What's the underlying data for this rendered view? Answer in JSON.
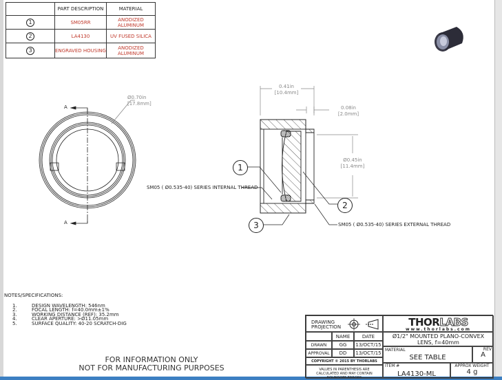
{
  "parts_table": {
    "headers": [
      "",
      "PART DESCRIPTION",
      "MATERIAL"
    ],
    "rows": [
      {
        "item": "1",
        "description": "SM05RR",
        "material": "ANODIZED ALUMINUM"
      },
      {
        "item": "2",
        "description": "LA4130",
        "material": "UV FUSED SILICA"
      },
      {
        "item": "3",
        "description": "ENGRAVED HOUSING",
        "material": "ANODIZED ALUMINUM"
      }
    ]
  },
  "front_view": {
    "section_label": "A",
    "diameter_in": "Ø0.70in",
    "diameter_mm": "[17.8mm]"
  },
  "section_view": {
    "length_in": "0.41in",
    "length_mm": "[10.4mm]",
    "thread_len_in": "0.08in",
    "thread_len_mm": "[2.0mm]",
    "aperture_in": "Ø0.45in",
    "aperture_mm": "[11.4mm]",
    "internal_thread": "SM05 ( Ø0.535-40) SERIES INTERNAL THREAD",
    "external_thread": "SM05 ( Ø0.535-40) SERIES EXTERNAL THREAD",
    "balloons": [
      "1",
      "2",
      "3"
    ]
  },
  "notes": {
    "title": "NOTES/SPECIFICATIONS:",
    "items": [
      {
        "n": "1.",
        "text": "DESIGN WAVELENGTH: 546nm"
      },
      {
        "n": "2.",
        "text": "FOCAL LENGTH: f=40.0mm±1%"
      },
      {
        "n": "3.",
        "text": "WORKING DISTANCE (REF): 35.2mm"
      },
      {
        "n": "4.",
        "text": "CLEAR APERTURE: >Ø11.05mm"
      },
      {
        "n": "5.",
        "text": "SURFACE QUALITY: 40-20 SCRATCH-DIG"
      }
    ]
  },
  "disclaimer": [
    "FOR INFORMATION ONLY",
    "NOT FOR MANUFACTURING PURPOSES"
  ],
  "title_block": {
    "projection": "DRAWING PROJECTION",
    "name_header": "NAME",
    "date_header": "DATE",
    "drawn_label": "DRAWN",
    "drawn_name": "GG",
    "drawn_date": "13/OCT/15",
    "approval_label": "APPROVAL",
    "approval_name": "DD",
    "approval_date": "13/OCT/15",
    "copyright": "COPYRIGHT © 2015 BY THORLABS",
    "values_note": "VALUES IN PARENTHESIS ARE CALCULATED AND MAY CONTAIN ROUNDOFF ERRORS",
    "logo_bold": "THOR",
    "logo_outline": "LABS",
    "website": "www.thorlabs.com",
    "title_line1": "Ø1/2\" MOUNTED PLANO-CONVEX",
    "title_line2": "LENS, f=40mm",
    "material_label": "MATERIAL",
    "material_value": "SEE TABLE",
    "rev_label": "REV",
    "rev_value": "A",
    "item_label": "ITEM #",
    "item_value": "LA4130-ML",
    "weight_label": "APPROX WEIGHT",
    "weight_value": "4 g"
  },
  "colors": {
    "red_text": "#c0392b",
    "dim_gray": "#888888",
    "blue_bar": "#3c7fc2"
  }
}
